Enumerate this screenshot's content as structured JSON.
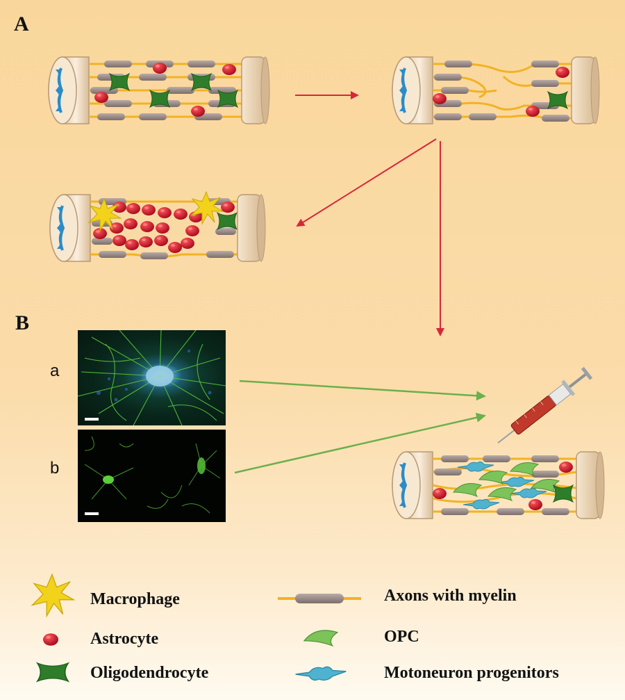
{
  "panels": {
    "a_label": "A",
    "b_label": "B"
  },
  "images": {
    "label_a": "a",
    "label_b": "b"
  },
  "legend": {
    "macrophage": "Macrophage",
    "astrocyte": "Astrocyte",
    "oligodendrocyte": "Oligodendrocyte",
    "axons": "Axons with myelin",
    "opc": "OPC",
    "motoneuron": "Motoneuron progenitors"
  },
  "colors": {
    "arrow_red": "#d8253a",
    "arrow_green": "#6ab04c",
    "astrocyte": "#c8102e",
    "oligodendrocyte": "#2e7d2a",
    "macrophage": "#f2d21b",
    "myelin": "#9a8a86",
    "axon": "#f0b323",
    "opc": "#7cc35a",
    "motoneuron": "#4fb3cf"
  }
}
